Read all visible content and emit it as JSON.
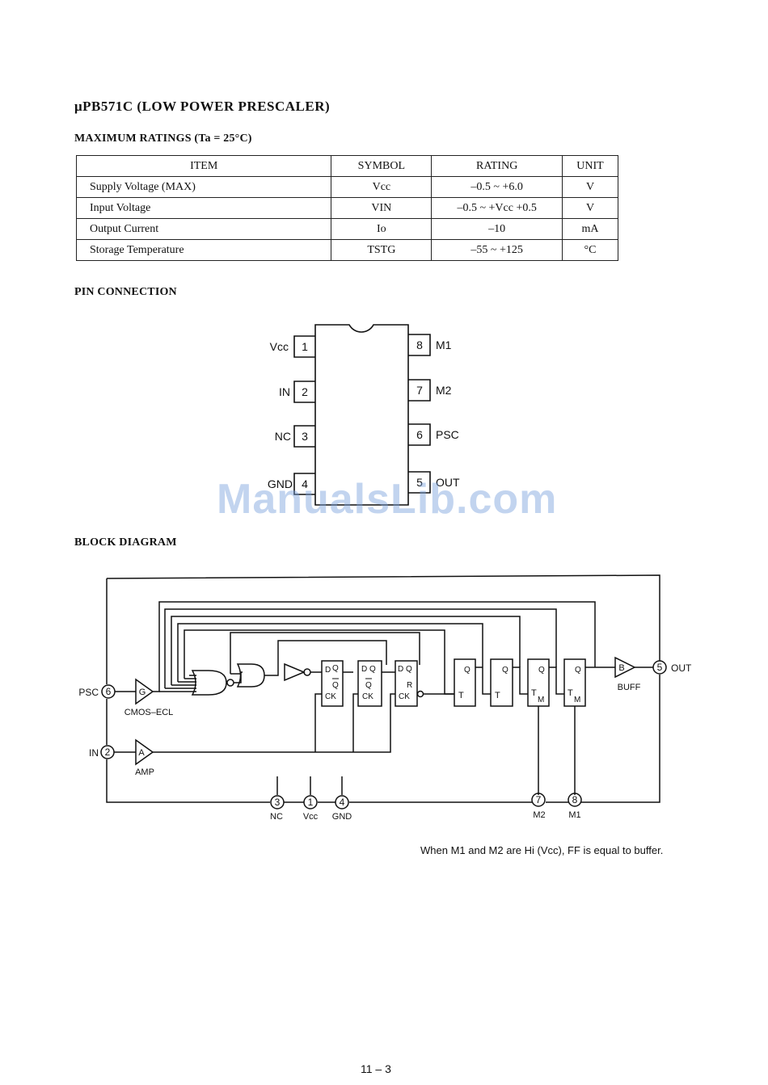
{
  "title": "μPB571C (LOW POWER PRESCALER)",
  "max_ratings": {
    "heading": "MAXIMUM RATINGS (Ta = 25°C)",
    "headers": [
      "ITEM",
      "SYMBOL",
      "RATING",
      "UNIT"
    ],
    "rows": [
      {
        "item": "Supply Voltage (MAX)",
        "symbol": "Vcc",
        "rating": "–0.5 ~ +6.0",
        "unit": "V"
      },
      {
        "item": "Input Voltage",
        "symbol": "VIN",
        "rating": "–0.5 ~ +Vcc +0.5",
        "unit": "V"
      },
      {
        "item": "Output Current",
        "symbol": "Io",
        "rating": "–10",
        "unit": "mA"
      },
      {
        "item": "Storage Temperature",
        "symbol": "TSTG",
        "rating": "–55 ~ +125",
        "unit": "°C"
      }
    ]
  },
  "pin_connection": {
    "heading": "PIN CONNECTION",
    "left_pins": [
      {
        "num": "1",
        "name": "Vcc"
      },
      {
        "num": "2",
        "name": "IN"
      },
      {
        "num": "3",
        "name": "NC"
      },
      {
        "num": "4",
        "name": "GND"
      }
    ],
    "right_pins": [
      {
        "num": "8",
        "name": "M1"
      },
      {
        "num": "7",
        "name": "M2"
      },
      {
        "num": "6",
        "name": "PSC"
      },
      {
        "num": "5",
        "name": "OUT"
      }
    ]
  },
  "block_diagram": {
    "heading": "BLOCK DIAGRAM",
    "psc_label": "PSC",
    "psc_pin": "6",
    "in_label": "IN",
    "in_pin": "2",
    "out_label": "OUT",
    "out_pin": "5",
    "g_label": "G",
    "g_caption": "CMOS–ECL",
    "a_label": "A",
    "a_caption": "AMP",
    "b_label": "B",
    "b_caption": "BUFF",
    "bottom_pins": [
      {
        "num": "3",
        "name": "NC"
      },
      {
        "num": "1",
        "name": "Vcc"
      },
      {
        "num": "4",
        "name": "GND"
      },
      {
        "num": "7",
        "name": "M2"
      },
      {
        "num": "8",
        "name": "M1"
      }
    ],
    "ff_labels": {
      "d": "D",
      "q": "Q",
      "ck": "CK",
      "r": "R",
      "t": "T",
      "tm": "T",
      "m": "M"
    }
  },
  "note": "When M1 and M2 are Hi (Vcc), FF is equal to buffer.",
  "page_number": "11 – 3",
  "watermark": "ManualsLib.com"
}
